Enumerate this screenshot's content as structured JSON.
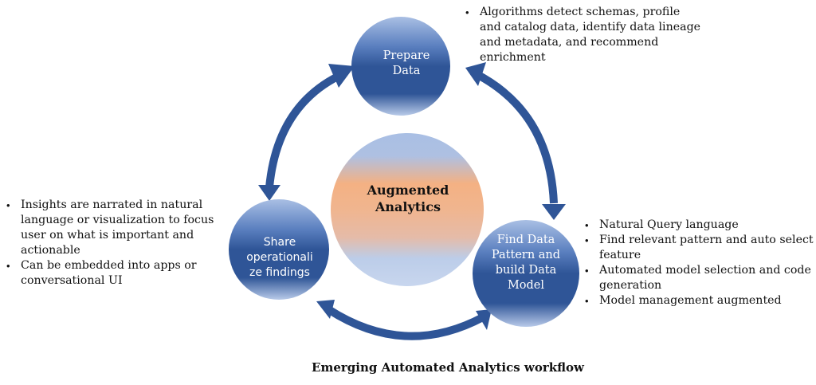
{
  "colors": {
    "node_blue_dark": "#2f5597",
    "node_blue_light": "#a9bfe4",
    "center_peach": "#f4b183",
    "center_blue": "#b4c7e7",
    "arrow_blue": "#2f5597",
    "text": "#111111"
  },
  "center": {
    "label_line1": "Augmented",
    "label_line2": "Analytics"
  },
  "nodes": {
    "prepare": {
      "label_line1": "Prepare",
      "label_line2": "Data",
      "bullets": [
        "Algorithms detect schemas, profile and catalog data, identify data lineage and metadata, and recommend enrichment"
      ]
    },
    "share": {
      "label_line1": "Share",
      "label_line2": "operationali",
      "label_line3": "ze findings",
      "bullets": [
        "Insights are narrated in natural language or visualization to focus user on what is important and actionable",
        "Can be embedded into apps or conversational UI"
      ]
    },
    "find": {
      "label_line1": "Find Data",
      "label_line2": "Pattern and",
      "label_line3": "build Data",
      "label_line4": "Model",
      "bullets": [
        "Natural Query language",
        "Find relevant pattern and auto select feature",
        "Automated model selection and code generation",
        "Model management augmented"
      ]
    }
  },
  "arrows": [
    {
      "from": "prepare",
      "to": "share",
      "direction": "bidirectional"
    },
    {
      "from": "prepare",
      "to": "find",
      "direction": "bidirectional"
    },
    {
      "from": "share",
      "to": "find",
      "direction": "bidirectional"
    }
  ],
  "caption": "Emerging Automated Analytics workflow"
}
